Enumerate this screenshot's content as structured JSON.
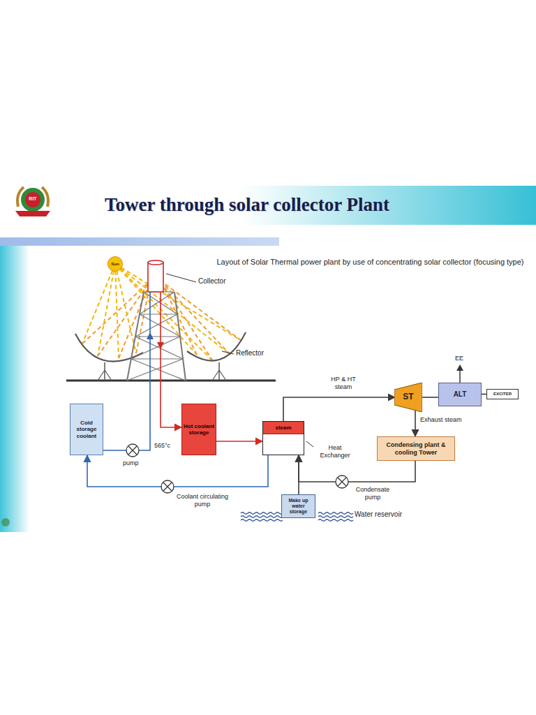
{
  "diagram": {
    "title": "Tower through solar collector Plant",
    "nodes": [
      {
        "text": [
          "Sun"
        ]
      },
      {
        "text": [
          "Cold storage coolant"
        ]
      },
      {
        "text": [
          "Hot coolant storage"
        ]
      },
      {
        "text": [
          "steam"
        ]
      },
      {
        "text": [
          "ST"
        ]
      },
      {
        "text": [
          "ALT"
        ]
      },
      {
        "text": [
          "EXCITER"
        ]
      },
      {
        "text": [
          "Condensing plant & cooling Tower"
        ]
      },
      {
        "text": [
          "Make up water storage"
        ]
      }
    ],
    "edges": [
      {
        "from": 1,
        "to": 2,
        "arrow": "to"
      },
      {
        "from": 2,
        "to": 3,
        "arrow": "to"
      },
      {
        "from": 3,
        "to": 4,
        "label": "HP & HT steam",
        "arrow": "to"
      },
      {
        "from": 4,
        "to": 5,
        "arrow": "none"
      },
      {
        "from": 5,
        "to": 6,
        "arrow": "none"
      },
      {
        "from": 4,
        "to": 7,
        "label": "Exhaust steam",
        "arrow": "to"
      },
      {
        "from": 7,
        "to": 3,
        "arrow": "to"
      },
      {
        "from": 8,
        "to": 3,
        "arrow": "to"
      },
      {
        "from": 3,
        "to": 1,
        "arrow": "to"
      }
    ],
    "labels": [
      "RIT",
      "Layout of Solar Thermal power plant by use of concentrating solar collector (focusing type)",
      "Collector",
      "Reflector",
      "565°c",
      "pump",
      "Coolant circulating pump",
      "Heat Exchanger",
      "EE",
      "Condensate pump",
      "Water reservoir"
    ]
  }
}
